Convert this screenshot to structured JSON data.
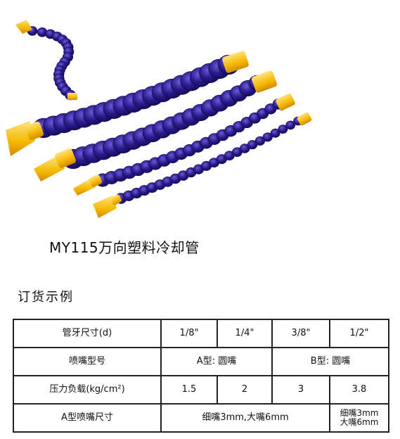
{
  "product": {
    "title": "MY115万向塑料冷却管"
  },
  "order_section": {
    "heading": "订货示例"
  },
  "spec_table": {
    "rows": [
      {
        "label": "管牙尺寸(d)",
        "cells": [
          "1/8\"",
          "1/4\"",
          "3/8\"",
          "1/2\""
        ]
      },
      {
        "label": "喷嘴型号",
        "cells": [
          "A型:  圆嘴",
          "B型:  圆嘴"
        ]
      },
      {
        "label": "压力负载(kg/cm²)",
        "cells": [
          "1.5",
          "2",
          "3",
          "3.8"
        ]
      },
      {
        "label": "A型喷嘴尺寸",
        "cells": [
          "细嘴3mm,大嘴6mm",
          "细嘴3mm",
          "大嘴6mm"
        ]
      }
    ]
  },
  "colors": {
    "hose": "#2a1a8a",
    "hose_highlight": "#5a4cc8",
    "fitting": "#f5b800",
    "fitting_light": "#ffe27a"
  }
}
